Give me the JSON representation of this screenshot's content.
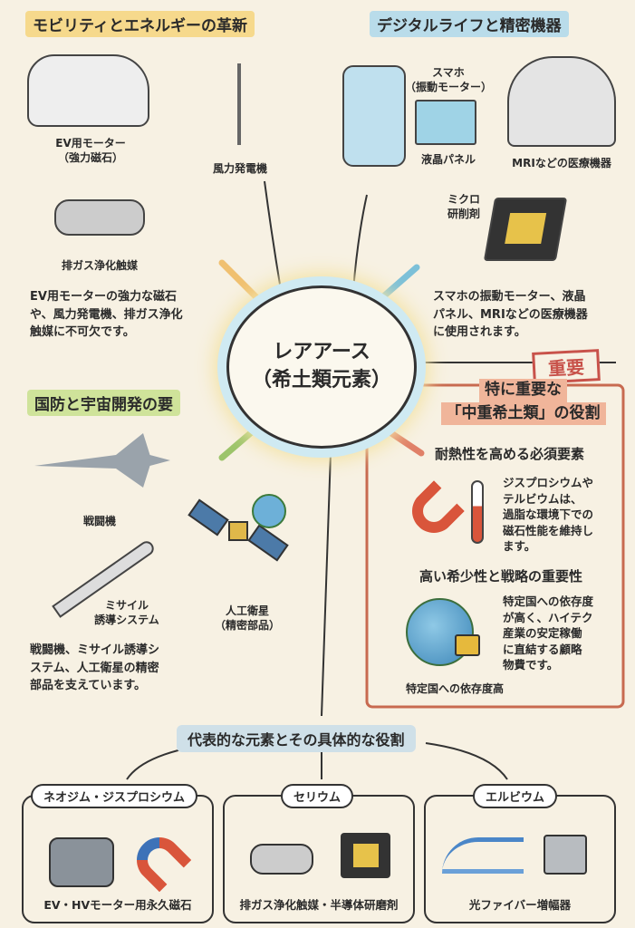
{
  "center": {
    "line1": "レアアース",
    "line2": "（希土類元素）"
  },
  "mobility": {
    "title": "モビリティとエネルギーの革新",
    "items": [
      "EV用モーター\n（強力磁石）",
      "風力発電機",
      "排ガス浄化触媒"
    ],
    "text": "EV用モーターの強力な磁石\nや、風力発電機、排ガス浄化\n触媒に不可欠です。"
  },
  "digital": {
    "title": "デジタルライフと精密機器",
    "items": [
      "スマホ\n（振動モーター）",
      "液晶パネル",
      "MRIなどの医療機器",
      "ミクロ\n研削剤"
    ],
    "text": "スマホの振動モーター、液晶\nパネル、MRIなどの医療機器\nに使用されます。"
  },
  "defense": {
    "title": "国防と宇宙開発の要",
    "items": [
      "戦闘機",
      "ミサイル\n誘導システム",
      "人工衛星\n（精密部品）"
    ],
    "text": "戦闘機、ミサイル誘導シ\nステム、人工衛星の精密\n部品を支えています。"
  },
  "important": {
    "stamp": "重要",
    "title_line1": "特に重要な",
    "title_line2": "「中重希土類」の役割",
    "sec1_title": "耐熱性を高める必須要素",
    "sec1_text": "ジスプロシウムや\nテルビウムは、\n過脂な環境下での\n磁石性能を維持し\nます。",
    "sec2_title": "高い希少性と戦略の重要性",
    "sec2_text": "特定国への依存度\nが高く、ハイテク\n産業の安定稼働\nに直結する顧略\n物費です。",
    "sec2_caption": "特定国への依存度高"
  },
  "elements": {
    "title": "代表的な元素とその具体的な役割",
    "cards": [
      {
        "name": "ネオジム・ジスプロシウム",
        "role": "EV・HVモーター用永久磁石"
      },
      {
        "name": "セリウム",
        "role": "排ガス浄化触媒・半導体研磨剤"
      },
      {
        "name": "エルビウム",
        "role": "光ファイバー増幅器"
      }
    ]
  },
  "colors": {
    "accent_red": "#d9553b",
    "yellow": "#f6d98c",
    "blue": "#b9dcea",
    "green": "#cfe39a"
  }
}
